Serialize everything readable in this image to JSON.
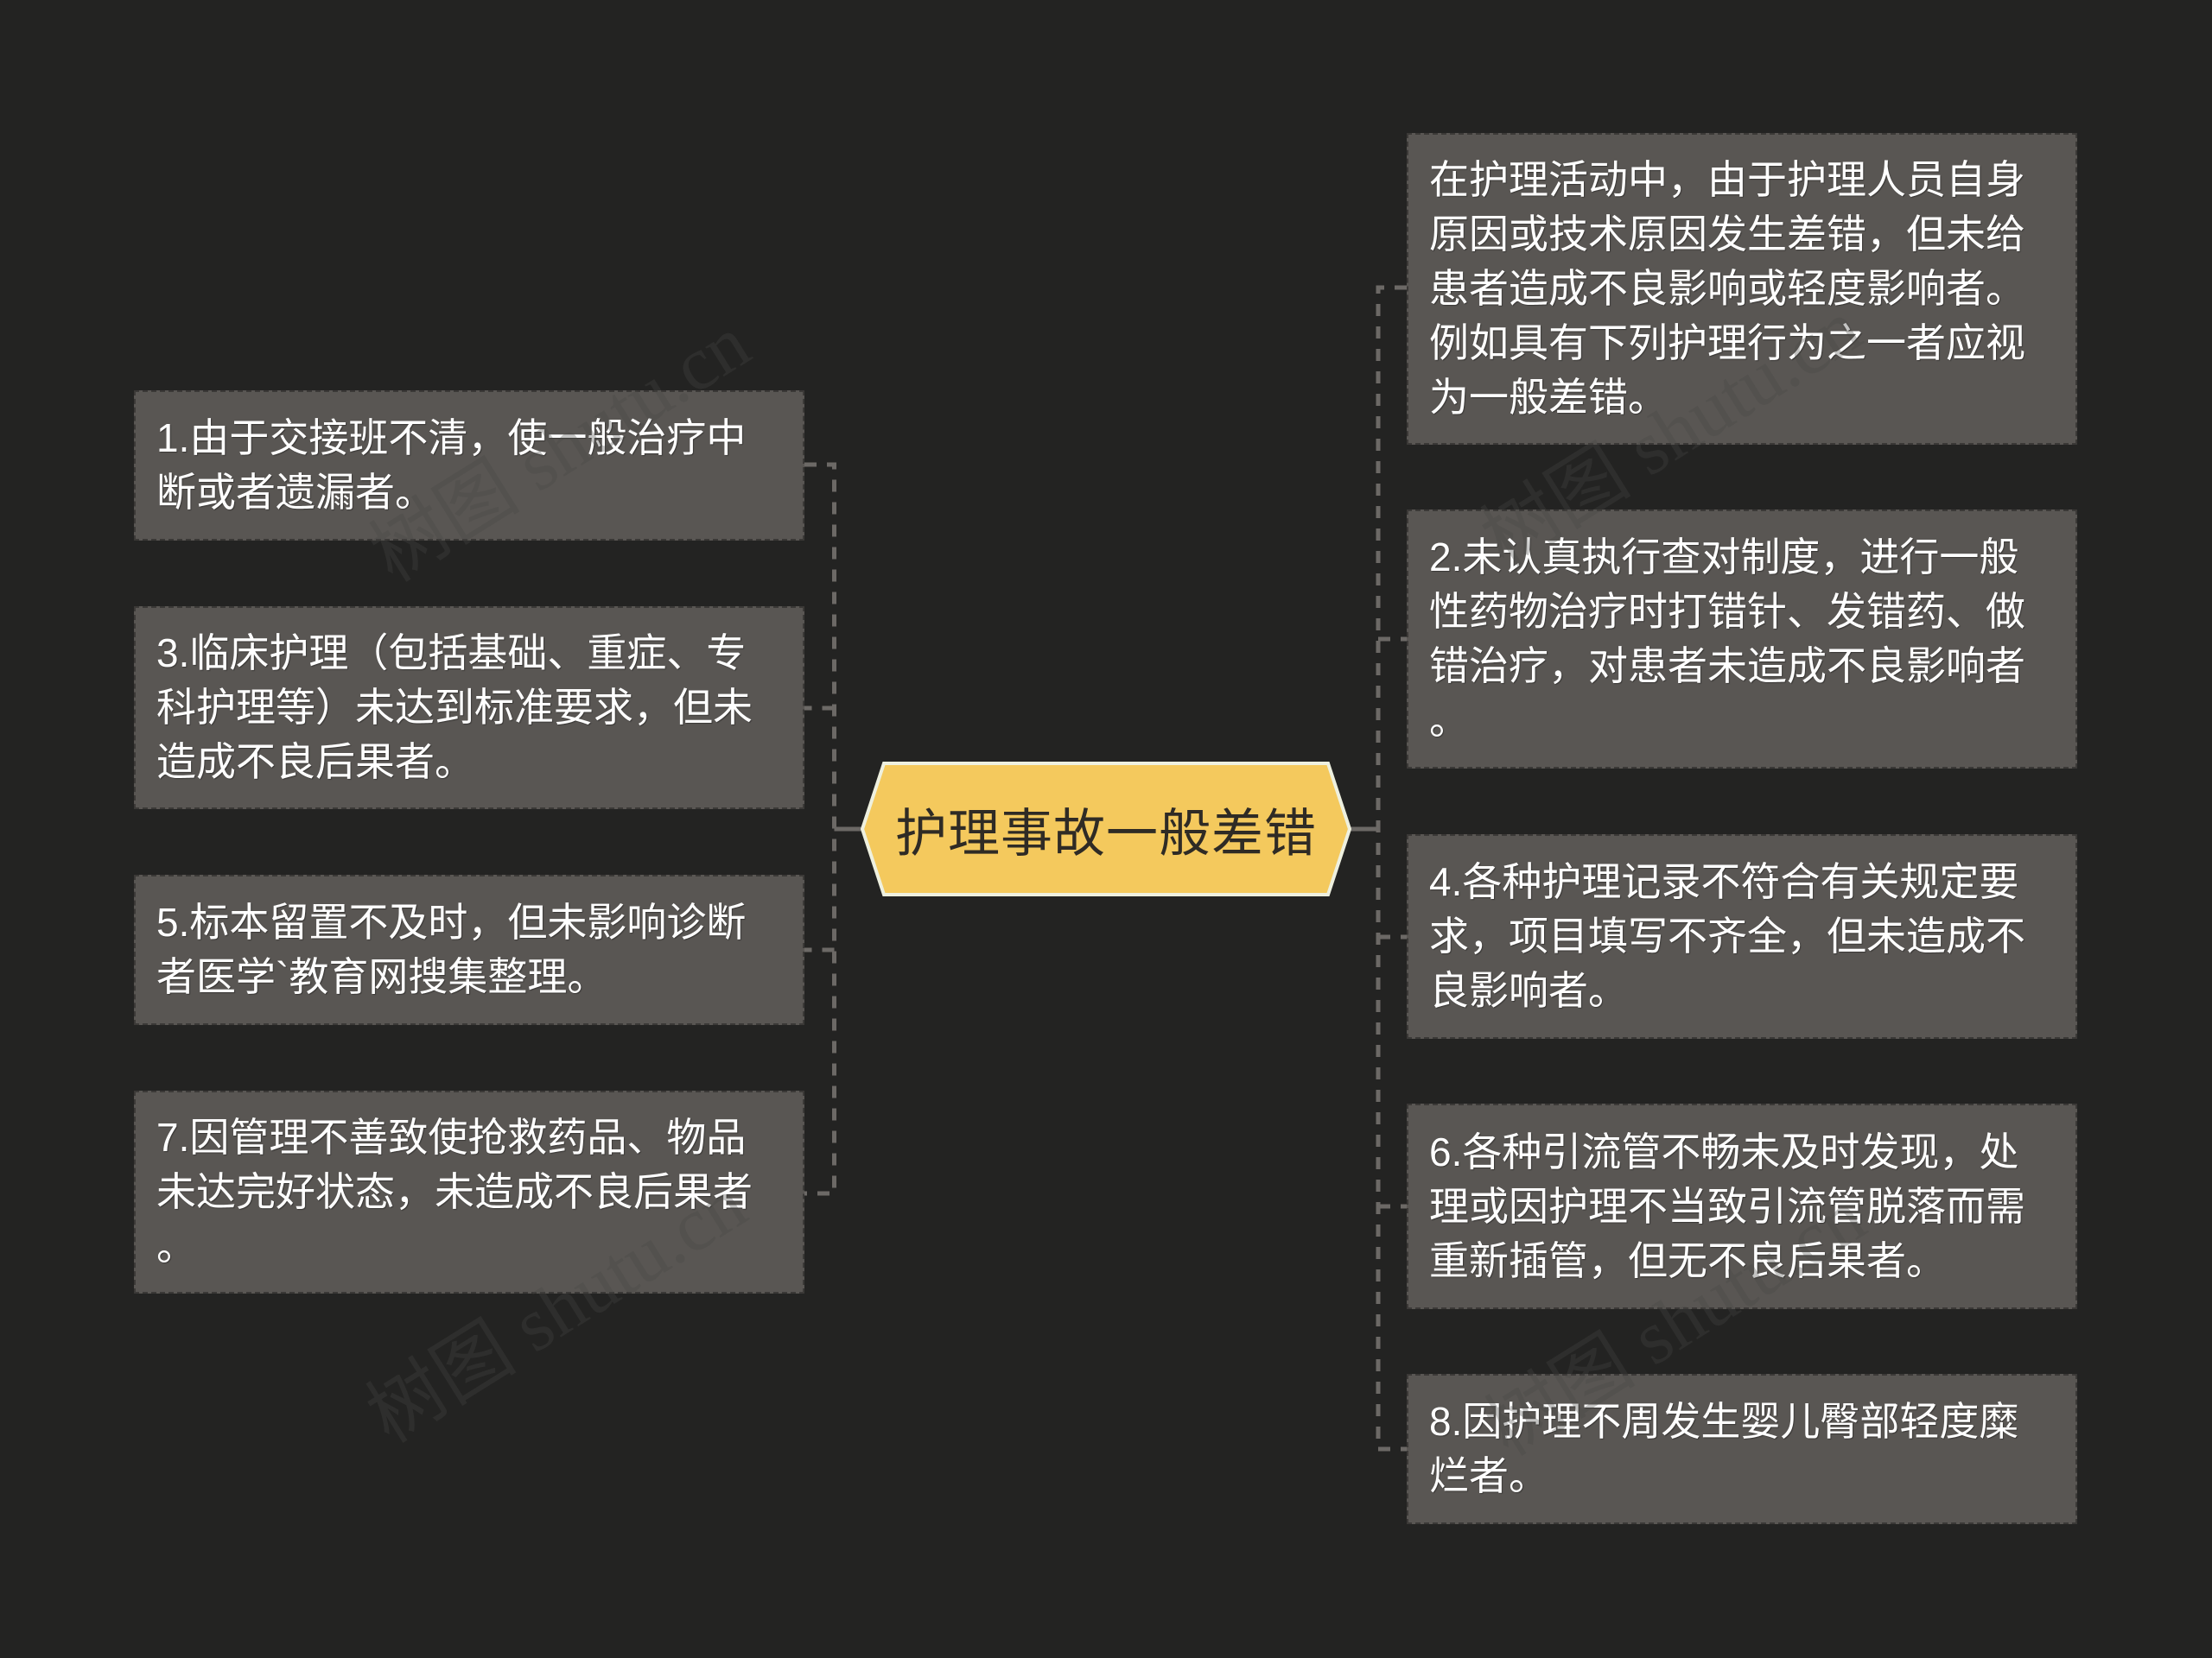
{
  "mindmap": {
    "root": {
      "label": "护理事故一般差错"
    },
    "left_nodes": [
      {
        "lines": [
          "1.由于交接班不清，使一般治疗中",
          "断或者遗漏者。"
        ]
      },
      {
        "lines": [
          "3.临床护理（包括基础、重症、专",
          "科护理等）未达到标准要求，但未",
          "造成不良后果者。"
        ]
      },
      {
        "lines": [
          "5.标本留置不及时，但未影响诊断",
          "者医学`教育网搜集整理。"
        ]
      },
      {
        "lines": [
          "7.因管理不善致使抢救药品、物品",
          "未达完好状态，未造成不良后果者",
          "。"
        ]
      }
    ],
    "right_nodes": [
      {
        "lines": [
          "在护理活动中，由于护理人员自身",
          "原因或技术原因发生差错，但未给",
          "患者造成不良影响或轻度影响者。",
          "例如具有下列护理行为之一者应视",
          "为一般差错。"
        ]
      },
      {
        "lines": [
          "2.未认真执行查对制度，进行一般",
          "性药物治疗时打错针、发错药、做",
          "错治疗，对患者未造成不良影响者",
          "。"
        ]
      },
      {
        "lines": [
          "4.各种护理记录不符合有关规定要",
          "求，项目填写不齐全，但未造成不",
          "良影响者。"
        ]
      },
      {
        "lines": [
          "6.各种引流管不畅未及时发现，处",
          "理或因护理不当致引流管脱落而需",
          "重新插管，但无不良后果者。"
        ]
      },
      {
        "lines": [
          "8.因护理不周发生婴儿臀部轻度糜",
          "烂者。"
        ]
      }
    ]
  },
  "watermark": {
    "text": "树图 shutu.cn"
  },
  "colors": {
    "background": "#232322",
    "node_fill": "#595653",
    "node_border": "#3B3937",
    "root_fill": "#F4C95D",
    "root_border": "#EEF0DF",
    "connector": "#6C6966",
    "node_text": "#FFFFFF",
    "root_text": "#2F2B25"
  }
}
